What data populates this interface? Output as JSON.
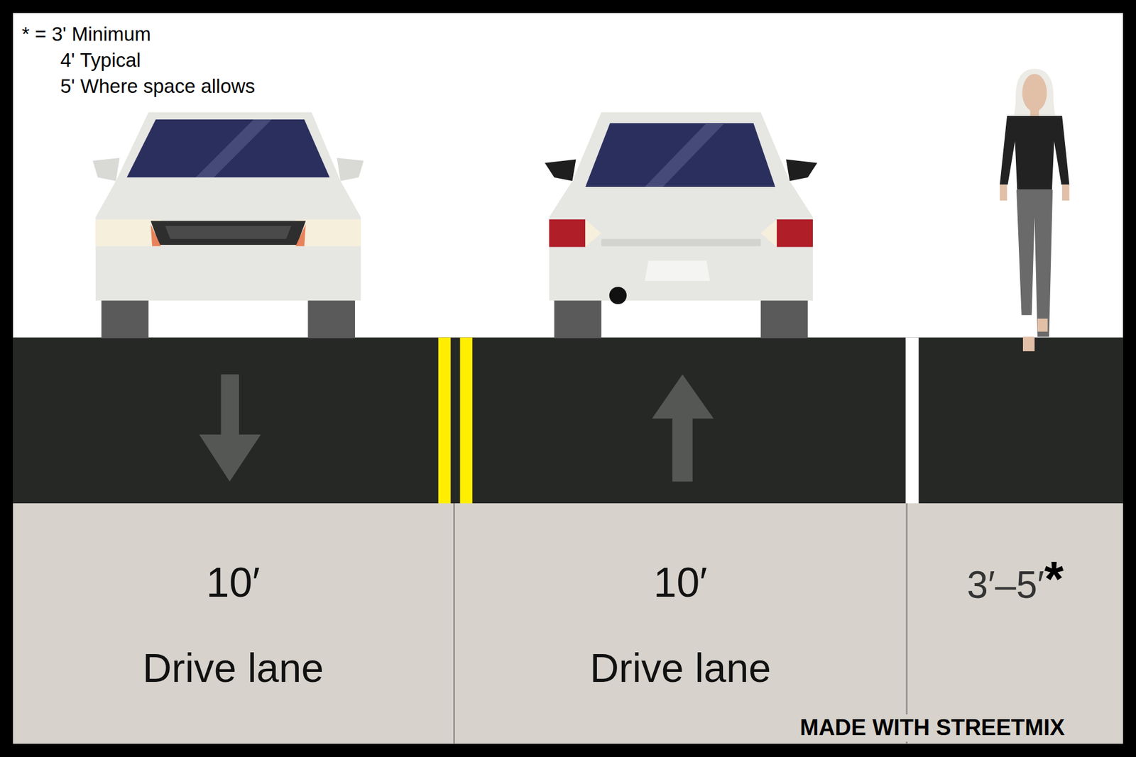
{
  "diagram": {
    "nodes": [
      {
        "text": [
          "10′",
          "Drive lane"
        ]
      },
      {
        "text": [
          "10′",
          "Drive lane"
        ]
      },
      {
        "text": [
          "3′–5′",
          "*"
        ]
      }
    ],
    "labels": [
      "* = 3' Minimum",
      "4' Typical",
      "5' Where space allows",
      "MADE WITH STREETMIX"
    ]
  }
}
